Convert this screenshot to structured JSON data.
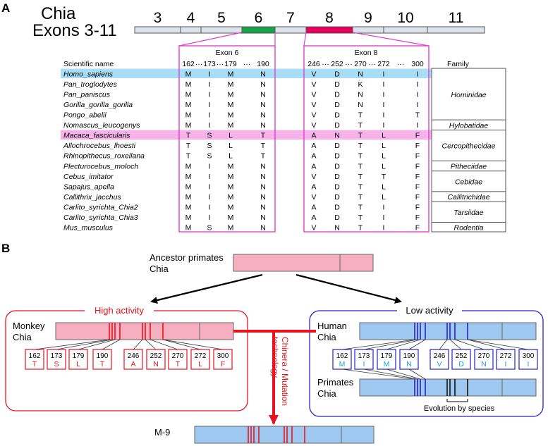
{
  "panelA": {
    "label": "A",
    "title_line1": "Chia",
    "title_line2": "Exons 3-11",
    "exons": [
      {
        "label": "3",
        "color": "#dde3ea"
      },
      {
        "label": "4",
        "color": "#dde3ea"
      },
      {
        "label": "5",
        "color": "#dde3ea"
      },
      {
        "label": "6",
        "color": "#16a34a"
      },
      {
        "label": "7",
        "color": "#dde3ea"
      },
      {
        "label": "8",
        "color": "#e6005c"
      },
      {
        "label": "9",
        "color": "#dde3ea"
      },
      {
        "label": "10",
        "color": "#dde3ea"
      },
      {
        "label": "11",
        "color": "#dde3ea"
      }
    ],
    "exon6_title": "Exon 6",
    "exon8_title": "Exon 8",
    "name_header": "Scientific name",
    "family_header": "Family",
    "exon6_positions": [
      "162",
      "173",
      "179",
      "190"
    ],
    "exon8_positions": [
      "246",
      "252",
      "270",
      "272",
      "300"
    ],
    "ellipsis": "···",
    "rows": [
      {
        "name": "Homo_sapiens",
        "res": [
          "M",
          "I",
          "M",
          "N",
          "V",
          "D",
          "N",
          "I",
          "I"
        ],
        "highlight": "#a8def5"
      },
      {
        "name": "Pan_troglodytes",
        "res": [
          "M",
          "I",
          "M",
          "N",
          "V",
          "D",
          "K",
          "I",
          "I"
        ]
      },
      {
        "name": "Pan_paniscus",
        "res": [
          "M",
          "I",
          "M",
          "N",
          "V",
          "D",
          "N",
          "I",
          "I"
        ]
      },
      {
        "name": "Gorilla_gorilla_gorilla",
        "res": [
          "M",
          "I",
          "M",
          "N",
          "V",
          "D",
          "N",
          "I",
          "I"
        ]
      },
      {
        "name": "Pongo_abelii",
        "res": [
          "M",
          "I",
          "M",
          "N",
          "V",
          "D",
          "T",
          "I",
          "T"
        ]
      },
      {
        "name": "Nomascus_leucogenys",
        "res": [
          "M",
          "I",
          "M",
          "N",
          "V",
          "D",
          "T",
          "I",
          "I"
        ]
      },
      {
        "name": "Macaca_fascicularis",
        "res": [
          "T",
          "S",
          "L",
          "T",
          "A",
          "N",
          "T",
          "L",
          "F"
        ],
        "highlight": "#f6b3e9"
      },
      {
        "name": "Allochrocebus_lhoesti",
        "res": [
          "T",
          "S",
          "L",
          "T",
          "A",
          "D",
          "T",
          "L",
          "F"
        ]
      },
      {
        "name": "Rhinopithecus_roxellana",
        "res": [
          "T",
          "S",
          "L",
          "T",
          "A",
          "D",
          "T",
          "L",
          "F"
        ]
      },
      {
        "name": "Plecturocebus_moloch",
        "res": [
          "M",
          "I",
          "M",
          "N",
          "A",
          "D",
          "T",
          "L",
          "F"
        ]
      },
      {
        "name": "Cebus_imitator",
        "res": [
          "M",
          "I",
          "M",
          "N",
          "V",
          "D",
          "T",
          "T",
          "F"
        ]
      },
      {
        "name": "Sapajus_apella",
        "res": [
          "M",
          "I",
          "M",
          "N",
          "A",
          "D",
          "T",
          "L",
          "F"
        ]
      },
      {
        "name": "Callithrix_jacchus",
        "res": [
          "M",
          "I",
          "M",
          "N",
          "V",
          "D",
          "T",
          "L",
          "F"
        ]
      },
      {
        "name": "Carlito_syrichta_Chia2",
        "res": [
          "M",
          "I",
          "M",
          "N",
          "A",
          "D",
          "T",
          "I",
          "F"
        ]
      },
      {
        "name": "Carlito_syrichta_Chia3",
        "res": [
          "M",
          "I",
          "M",
          "N",
          "A",
          "D",
          "T",
          "I",
          "F"
        ]
      },
      {
        "name": "Mus_musculus",
        "res": [
          "M",
          "S",
          "M",
          "N",
          "V",
          "N",
          "T",
          "I",
          "F"
        ]
      }
    ],
    "families": [
      "Hominidae",
      "Hylobatidae",
      "Cercopithecidae",
      "Pitheciidae",
      "Cebidae",
      "Callitrichidae",
      "Tarsiidae",
      "Rodentia"
    ]
  },
  "panelB": {
    "label": "B",
    "ancestor_line1": "Ancestor primates",
    "ancestor_line2": "Chia",
    "high_activity": "High activity",
    "low_activity": "Low activity",
    "monkey_line1": "Monkey",
    "monkey_line2": "Chia",
    "human_line1": "Human",
    "human_line2": "Chia",
    "primates_line1": "Primates",
    "primates_line2": "Chia",
    "chimera_line1": "Chinera / Mutation",
    "chimera_line2": "technology",
    "evolution": "Evolution by species",
    "m9": "M-9",
    "monkey_residues": [
      {
        "pos": "162",
        "aa": "T"
      },
      {
        "pos": "173",
        "aa": "S"
      },
      {
        "pos": "179",
        "aa": "L"
      },
      {
        "pos": "190",
        "aa": "T"
      },
      {
        "pos": "246",
        "aa": "A"
      },
      {
        "pos": "252",
        "aa": "N"
      },
      {
        "pos": "270",
        "aa": "T"
      },
      {
        "pos": "272",
        "aa": "L"
      },
      {
        "pos": "300",
        "aa": "F"
      }
    ],
    "human_residues": [
      {
        "pos": "162",
        "aa": "M"
      },
      {
        "pos": "173",
        "aa": "I"
      },
      {
        "pos": "179",
        "aa": "M"
      },
      {
        "pos": "190",
        "aa": "N"
      },
      {
        "pos": "246",
        "aa": "V"
      },
      {
        "pos": "252",
        "aa": "D"
      },
      {
        "pos": "270",
        "aa": "N"
      },
      {
        "pos": "272",
        "aa": "I"
      },
      {
        "pos": "300",
        "aa": "I"
      }
    ],
    "colors": {
      "pink_bar": "#f7aebf",
      "blue_bar": "#9ec8f0",
      "red": "#e8131e",
      "blue": "#2323c8",
      "cyan_text": "#1aa0e6"
    }
  }
}
